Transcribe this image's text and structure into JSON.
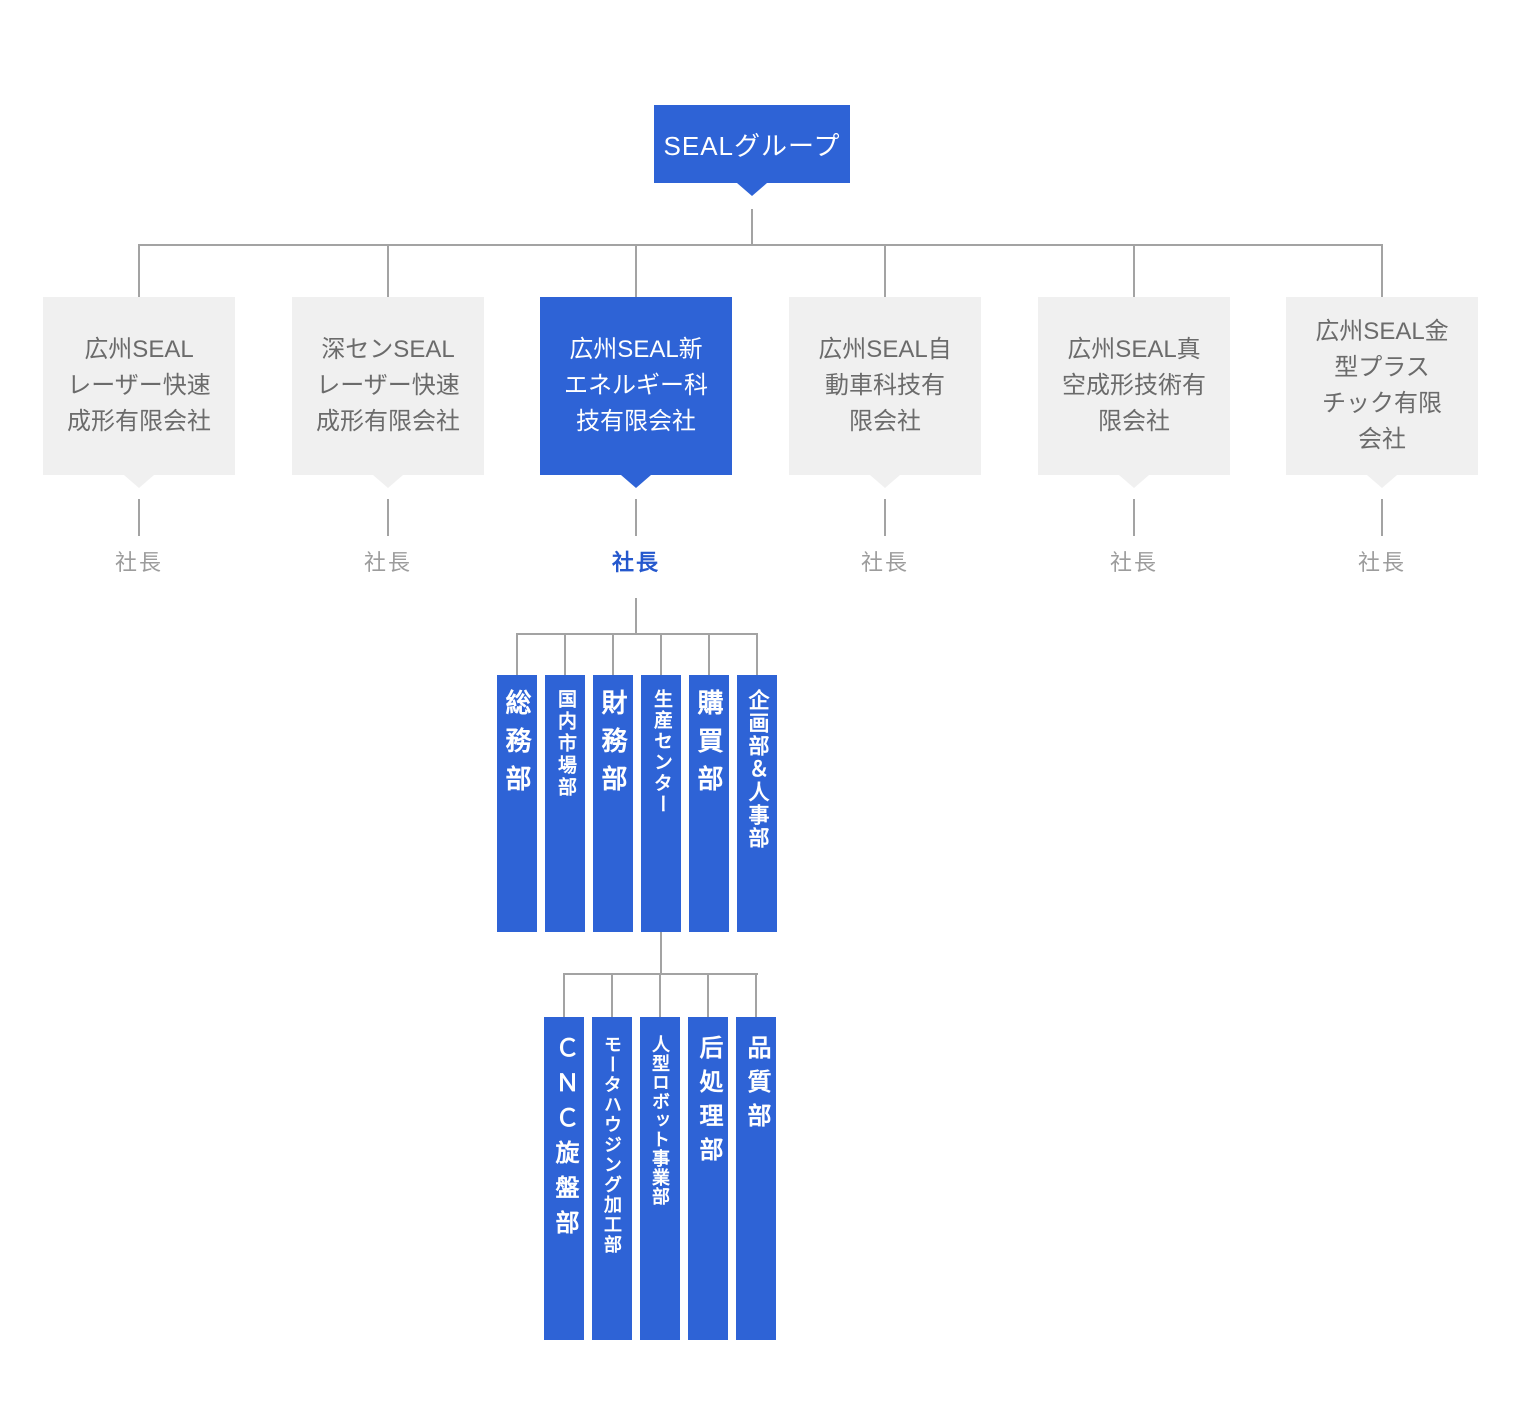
{
  "org": {
    "root": {
      "label": "SEALグループ"
    },
    "companies": [
      {
        "name": "広州SEAL\nレーザー快速\n成形有限会社",
        "role": "社長",
        "highlighted": false
      },
      {
        "name": "深センSEAL\nレーザー快速\n成形有限会社",
        "role": "社長",
        "highlighted": false
      },
      {
        "name": "広州SEAL新\nエネルギー科\n技有限会社",
        "role": "社長",
        "highlighted": true
      },
      {
        "name": "広州SEAL自\n動車科技有\n限会社",
        "role": "社長",
        "highlighted": false
      },
      {
        "name": "広州SEAL真\n空成形技術有\n限会社",
        "role": "社長",
        "highlighted": false
      },
      {
        "name": "広州SEAL金\n型プラス\nチック有限\n会社",
        "role": "社長",
        "highlighted": false
      }
    ],
    "departments": [
      "総務部",
      "国内市場部",
      "財務部",
      "生産センター",
      "購買部",
      "企画部＆人事部"
    ],
    "sub_departments": [
      "ＣＮＣ旋盤部",
      "モータハウジング加工部",
      "人型ロボット事業部",
      "后処理部",
      "品質部"
    ]
  },
  "colors": {
    "accent": "#2e63d6",
    "node_bg": "#f0f0f0",
    "node_text": "#6b6b6b",
    "muted_text": "#9c9c9c",
    "line": "#a3a3a3",
    "bar_text": "#ffffff"
  }
}
